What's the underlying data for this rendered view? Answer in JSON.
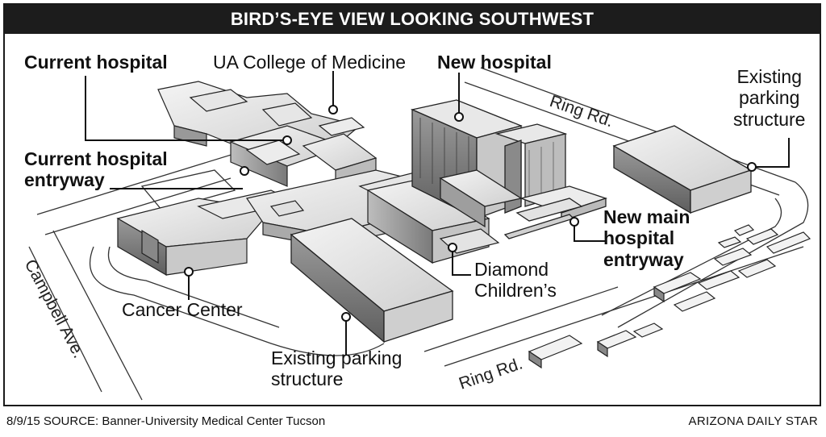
{
  "banner": {
    "title": "BIRD’S-EYE  VIEW LOOKING SOUTHWEST"
  },
  "labels": {
    "current_hospital": "Current  hospital",
    "college_of_medicine": "UA College of Medicine",
    "new_hospital": "New hospital",
    "existing_parking_ne_line1": "Existing",
    "existing_parking_ne_line2": "parking",
    "existing_parking_ne_line3": "structure",
    "current_entryway_line1": "Current hospital",
    "current_entryway_line2": "entryway",
    "new_main_entry_line1": "New main",
    "new_main_entry_line2": "hospital",
    "new_main_entry_line3": "entryway",
    "diamond_line1": "Diamond",
    "diamond_line2": "Children’s",
    "cancer_center": "Cancer Center",
    "existing_parking_s_line1": "Existing parking",
    "existing_parking_s_line2": "structure"
  },
  "streets": {
    "ring_rd_north": "Ring Rd.",
    "ring_rd_south": "Ring Rd.",
    "campbell": "Campbell Ave."
  },
  "footer": {
    "date_source": "8/9/15  SOURCE: Banner-University Medical Center Tucson",
    "credit": "ARIZONA DAILY STAR"
  }
}
